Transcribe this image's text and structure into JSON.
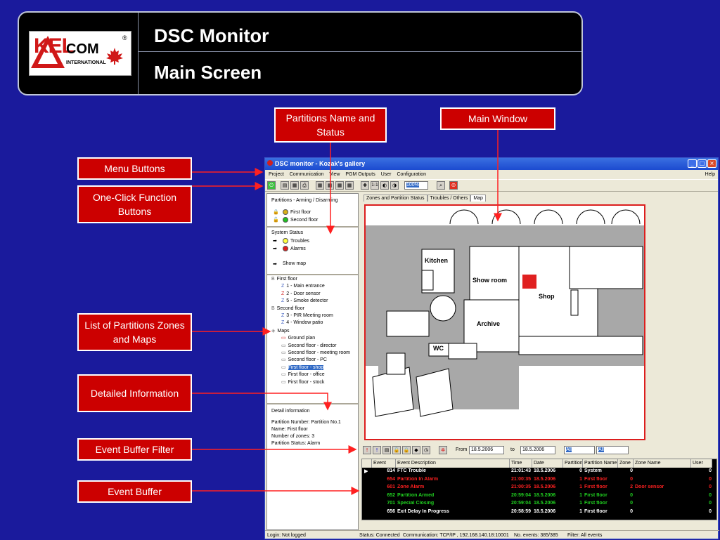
{
  "slide": {
    "title": "DSC Monitor",
    "subtitle": "Main Screen",
    "logo": {
      "brand_left": "KEL",
      "brand_right": "COM",
      "tagline": "INTERNATIONAL",
      "reg": "®"
    }
  },
  "callouts": {
    "partitions": "Partitions Name and Status",
    "main_window": "Main Window",
    "menu_buttons": "Menu Buttons",
    "one_click": "One-Click Function Buttons",
    "list_partitions": "List of Partitions Zones and Maps",
    "detailed_info": "Detailed Information",
    "buffer_filter": "Event Buffer Filter",
    "event_buffer": "Event Buffer"
  },
  "app": {
    "title": "DSC monitor - Kozak's gallery",
    "menu": [
      "Project",
      "Communication",
      "View",
      "PGM Outputs",
      "User",
      "Configuration"
    ],
    "help": "Help",
    "zoom_value": "100%",
    "zoom_ratio": "1:1",
    "left": {
      "partitions_header": "Partitions - Arming / Disarming",
      "partition_1": "First floor",
      "partition_2": "Second floor",
      "system_status_header": "System Status",
      "troubles": "Troubles",
      "alarms": "Alarms",
      "show_map": "Show map",
      "tree": [
        "First floor",
        "1 - Main entrance",
        "2 - Door sensor",
        "5 - Smoke detector",
        "Second floor",
        "3 - PIR Meeting room",
        "4 - Window patio",
        "Maps",
        "Ground plan",
        "Second floor - director",
        "Second floor - meeting room",
        "Second floor - PC",
        "First floor - shop",
        "First floor - office",
        "First floor - stock"
      ],
      "detail_header": "Detail information",
      "detail_lines": [
        "Partition Number: Partition No.1",
        "Name: First floor",
        "Number of zones: 3",
        "Partition Status: Alarm"
      ]
    },
    "tabs": [
      "Zones and Partition Status",
      "Troubles / Others",
      "Map"
    ],
    "map_rooms": {
      "kitchen": "Kitchen",
      "showroom": "Show room",
      "shop": "Shop",
      "archive": "Archive",
      "wc": "WC"
    },
    "filter": {
      "from_label": "From",
      "from_date": "18.5.2006",
      "to_label": "to",
      "to_date": "18.5.2006",
      "sel1": "All",
      "sel2": "All"
    },
    "events": {
      "columns": [
        "Event",
        "Event Description",
        "Time",
        "Date",
        "Partition",
        "Partition Name",
        "Zone",
        "Zone Name",
        "User"
      ],
      "rows": [
        {
          "event": "814",
          "desc": "FTC Trouble",
          "time": "21:01:43",
          "date": "18.5.2006",
          "partition": "0",
          "pname": "System",
          "zone": "0",
          "zname": "",
          "user": "0",
          "color": "#ffffff"
        },
        {
          "event": "654",
          "desc": "Partition In Alarm",
          "time": "21:00:35",
          "date": "18.5.2006",
          "partition": "1",
          "pname": "First floor",
          "zone": "0",
          "zname": "",
          "user": "0",
          "color": "#ff2020"
        },
        {
          "event": "601",
          "desc": "Zone Alarm",
          "time": "21:00:35",
          "date": "18.5.2006",
          "partition": "1",
          "pname": "First floor",
          "zone": "2",
          "zname": "Door sensor",
          "user": "0",
          "color": "#ff2020"
        },
        {
          "event": "652",
          "desc": "Partition Armed",
          "time": "20:59:04",
          "date": "18.5.2006",
          "partition": "1",
          "pname": "First floor",
          "zone": "0",
          "zname": "",
          "user": "0",
          "color": "#20d020"
        },
        {
          "event": "701",
          "desc": "Special Closing",
          "time": "20:59:04",
          "date": "18.5.2006",
          "partition": "1",
          "pname": "First floor",
          "zone": "0",
          "zname": "",
          "user": "0",
          "color": "#20d020"
        },
        {
          "event": "656",
          "desc": "Exit Delay In Progress",
          "time": "20:58:59",
          "date": "18.5.2006",
          "partition": "1",
          "pname": "First floor",
          "zone": "0",
          "zname": "",
          "user": "0",
          "color": "#ffffff"
        }
      ]
    },
    "status": {
      "login": "Login: Not logged",
      "connection": "Status: Connected",
      "communication": "Communication: TCP/IP , 192.168.140.18:10001",
      "events": "No. events: 385/385",
      "filter": "Filter: All events"
    }
  }
}
